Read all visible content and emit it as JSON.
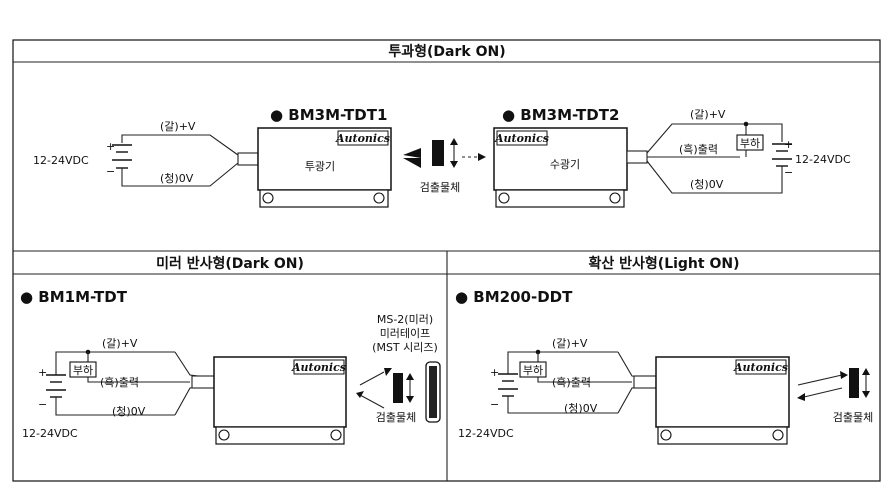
{
  "sections": {
    "through": {
      "title": "투과형(Dark ON)"
    },
    "mirror": {
      "title": "미러 반사형(Dark ON)"
    },
    "diffuse": {
      "title": "확산 반사형(Light ON)"
    }
  },
  "brand": "Autonics",
  "through": {
    "emitter": {
      "model": "● BM3M-TDT1",
      "unit": "투광기",
      "wire_v": "(갈)+V",
      "wire_0v": "(청)0V",
      "supply": "12-24VDC",
      "plus": "+",
      "minus": "−"
    },
    "receiver": {
      "model": "● BM3M-TDT2",
      "unit": "수광기",
      "wire_v": "(갈)+V",
      "wire_out": "(흑)출력",
      "wire_0v": "(청)0V",
      "load": "부하",
      "supply": "12-24VDC",
      "plus": "+",
      "minus": "−"
    },
    "object": "검출물체"
  },
  "mirror": {
    "model": "● BM1M-TDT",
    "wire_v": "(갈)+V",
    "wire_out": "(흑)출력",
    "wire_0v": "(청)0V",
    "load": "부하",
    "supply": "12-24VDC",
    "plus": "+",
    "minus": "−",
    "reflector": [
      "MS-2(미러)",
      "미러테이프",
      "(MST 시리즈)"
    ],
    "object": "검출물체"
  },
  "diffuse": {
    "model": "● BM200-DDT",
    "wire_v": "(갈)+V",
    "wire_out": "(흑)출력",
    "wire_0v": "(청)0V",
    "load": "부하",
    "supply": "12-24VDC",
    "plus": "+",
    "minus": "−",
    "object": "검출물체"
  }
}
